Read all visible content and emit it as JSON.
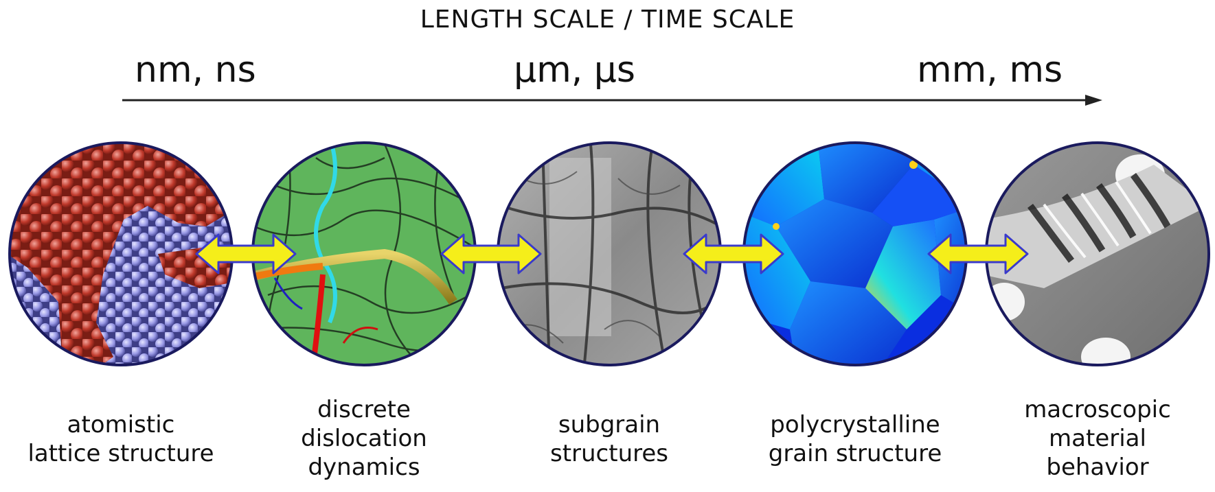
{
  "title": "LENGTH SCALE / TIME SCALE",
  "scale_labels": {
    "nano": "nm, ns",
    "micro": "µm, µs",
    "milli": "mm, ms"
  },
  "stages": [
    {
      "id": "atomistic",
      "lines": [
        "atomistic",
        "lattice structure"
      ]
    },
    {
      "id": "dislocation",
      "lines": [
        "discrete",
        "dislocation",
        "dynamics"
      ]
    },
    {
      "id": "subgrain",
      "lines": [
        "subgrain",
        "structures"
      ]
    },
    {
      "id": "polycrystalline",
      "lines": [
        "polycrystalline",
        "grain structure"
      ]
    },
    {
      "id": "macroscopic",
      "lines": [
        "macroscopic",
        "material",
        "behavior"
      ]
    }
  ],
  "colors": {
    "circle_border": "#1a1a5e",
    "arrow_fill": "#f5ee1a",
    "arrow_stroke": "#3a3acb",
    "axis": "#222222"
  }
}
